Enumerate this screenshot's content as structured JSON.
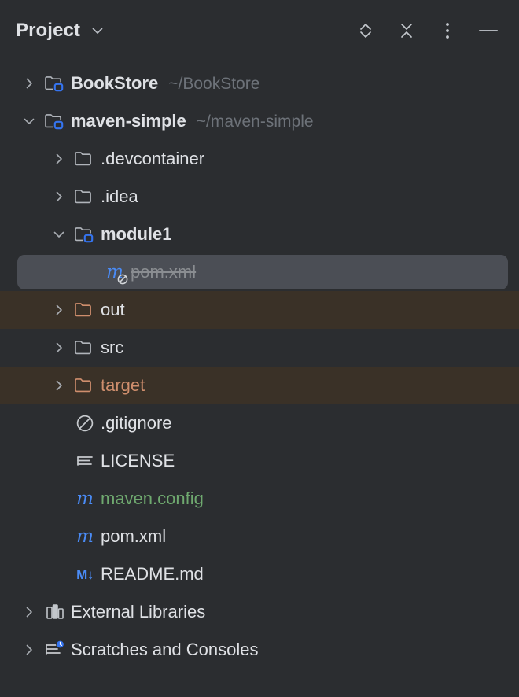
{
  "header": {
    "title": "Project",
    "title_dropdown_icon": "chevron-down-icon",
    "actions": [
      {
        "name": "expand-all-button",
        "icon": "chevron-up-down-icon",
        "tooltip": "Expand All"
      },
      {
        "name": "collapse-all-button",
        "icon": "chevron-down-up-icon",
        "tooltip": "Collapse All"
      },
      {
        "name": "more-options-button",
        "icon": "vertical-dots-icon",
        "tooltip": "Options"
      },
      {
        "name": "hide-button",
        "icon": "minus-icon",
        "tooltip": "Hide"
      }
    ]
  },
  "colors": {
    "panel_background": "#2b2d30",
    "selected_row": "#4b4e55",
    "excluded_row": "#3a3127",
    "text_default": "#dfe1e5",
    "text_path": "#6d7279",
    "text_ignored": "#8a8d91",
    "accent_blue": "#4a8bf5",
    "module_badge_blue": "#3574f0",
    "folder_excluded_orange": "#cf8e6d",
    "vcs_added_green": "#6fa96f"
  },
  "tree": {
    "rows": [
      {
        "name": "tree-node-bookstore",
        "label": "BookStore",
        "path": "~/BookStore",
        "depth": 0,
        "icon": "module-folder-icon",
        "arrow": "collapsed",
        "bold": true,
        "style": "default",
        "row_background": "none"
      },
      {
        "name": "tree-node-maven-simple",
        "label": "maven-simple",
        "path": "~/maven-simple",
        "depth": 0,
        "icon": "module-folder-icon",
        "arrow": "expanded",
        "bold": true,
        "style": "default",
        "row_background": "none"
      },
      {
        "name": "tree-node-devcontainer",
        "label": ".devcontainer",
        "path": "",
        "depth": 1,
        "icon": "folder-icon",
        "arrow": "collapsed",
        "bold": false,
        "style": "default",
        "row_background": "none"
      },
      {
        "name": "tree-node-idea",
        "label": ".idea",
        "path": "",
        "depth": 1,
        "icon": "folder-icon",
        "arrow": "collapsed",
        "bold": false,
        "style": "default",
        "row_background": "none"
      },
      {
        "name": "tree-node-module1",
        "label": "module1",
        "path": "",
        "depth": 1,
        "icon": "module-folder-icon",
        "arrow": "expanded",
        "bold": true,
        "style": "default",
        "row_background": "none"
      },
      {
        "name": "tree-node-module1-pom-xml",
        "label": "pom.xml",
        "path": "",
        "depth": 2,
        "icon": "maven-ignored-icon",
        "arrow": "none",
        "bold": false,
        "style": "struck",
        "row_background": "selected"
      },
      {
        "name": "tree-node-out",
        "label": "out",
        "path": "",
        "depth": 1,
        "icon": "folder-excluded-icon",
        "arrow": "collapsed",
        "bold": false,
        "style": "default",
        "row_background": "excluded"
      },
      {
        "name": "tree-node-src",
        "label": "src",
        "path": "",
        "depth": 1,
        "icon": "folder-icon",
        "arrow": "collapsed",
        "bold": false,
        "style": "default",
        "row_background": "none"
      },
      {
        "name": "tree-node-target",
        "label": "target",
        "path": "",
        "depth": 1,
        "icon": "folder-excluded-icon",
        "arrow": "collapsed",
        "bold": false,
        "style": "orange",
        "row_background": "excluded"
      },
      {
        "name": "tree-node-gitignore",
        "label": ".gitignore",
        "path": "",
        "depth": 1,
        "icon": "ignore-file-icon",
        "arrow": "none",
        "bold": false,
        "style": "default",
        "row_background": "none"
      },
      {
        "name": "tree-node-license",
        "label": "LICENSE",
        "path": "",
        "depth": 1,
        "icon": "text-file-icon",
        "arrow": "none",
        "bold": false,
        "style": "default",
        "row_background": "none"
      },
      {
        "name": "tree-node-maven-config",
        "label": "maven.config",
        "path": "",
        "depth": 1,
        "icon": "maven-icon",
        "arrow": "none",
        "bold": false,
        "style": "green",
        "row_background": "none"
      },
      {
        "name": "tree-node-pom-xml",
        "label": "pom.xml",
        "path": "",
        "depth": 1,
        "icon": "maven-icon",
        "arrow": "none",
        "bold": false,
        "style": "default",
        "row_background": "none"
      },
      {
        "name": "tree-node-readme-md",
        "label": "README.md",
        "path": "",
        "depth": 1,
        "icon": "markdown-icon",
        "arrow": "none",
        "bold": false,
        "style": "default",
        "row_background": "none"
      },
      {
        "name": "tree-node-external-libraries",
        "label": "External Libraries",
        "path": "",
        "depth": 0,
        "icon": "libraries-icon",
        "arrow": "collapsed",
        "bold": false,
        "style": "default",
        "row_background": "none"
      },
      {
        "name": "tree-node-scratches-and-consoles",
        "label": "Scratches and Consoles",
        "path": "",
        "depth": 0,
        "icon": "scratches-icon",
        "arrow": "collapsed",
        "bold": false,
        "style": "default",
        "row_background": "none"
      }
    ]
  }
}
